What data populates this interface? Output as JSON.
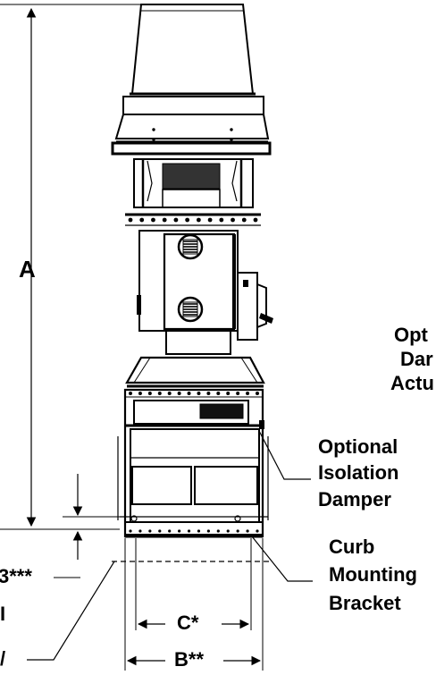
{
  "dimensions": {
    "a": "A",
    "b": "B**",
    "c": "C*",
    "d_partial": "3***"
  },
  "callouts": {
    "optional_damper_actuator": [
      "Opt",
      "Dar",
      "Actu"
    ],
    "isolation_damper": [
      "Optional",
      "Isolation",
      "Damper"
    ],
    "curb_bracket": [
      "Curb",
      "Mounting",
      "Bracket"
    ]
  },
  "left_edge_fragments": [
    "I",
    "/"
  ],
  "colors": {
    "ink": "#000000",
    "paper": "#ffffff"
  }
}
